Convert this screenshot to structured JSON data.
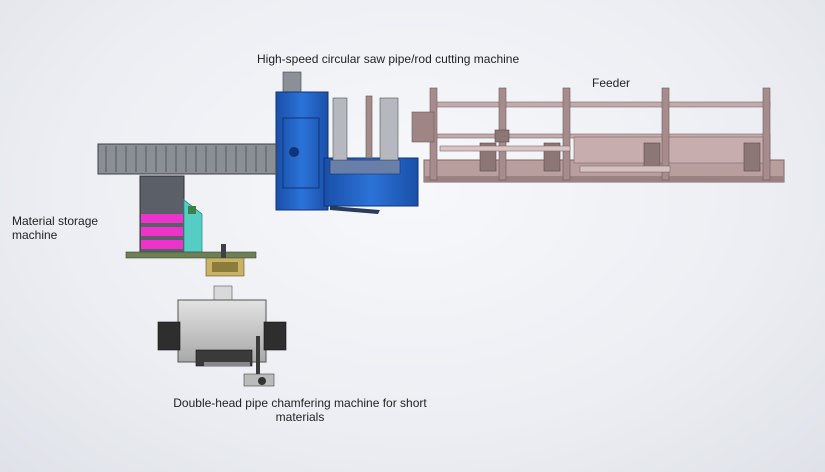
{
  "labels": {
    "saw": "High-speed circular saw pipe/rod cutting machine",
    "feeder": "Feeder",
    "storage": "Material  storage machine",
    "chamfer": "Double-head pipe chamfering machine for short materials"
  },
  "colors": {
    "saw_body": "#1d5fc4",
    "feeder_frame": "#b99e9e",
    "storage_pink": "#ee33cc",
    "storage_cyan": "#55ccc4",
    "chamfer_gray": "#c8c8c8",
    "conveyor": "#8a8f96"
  }
}
